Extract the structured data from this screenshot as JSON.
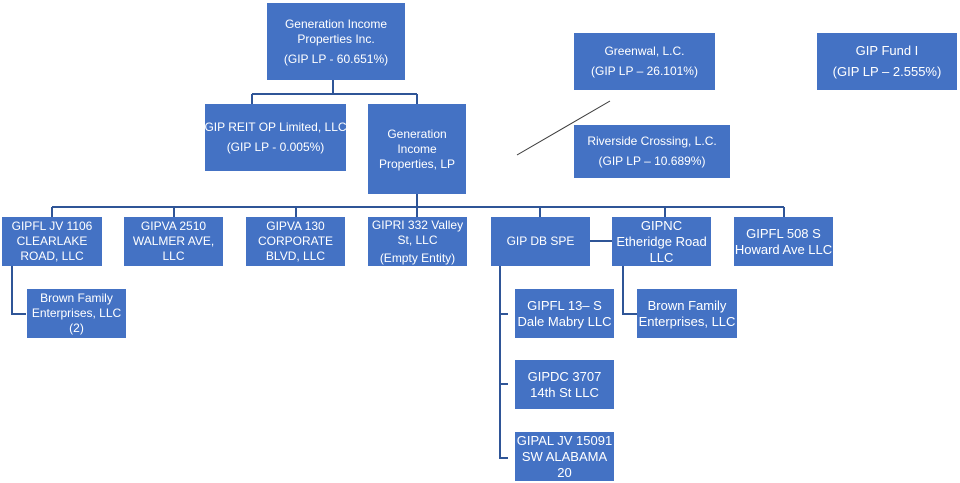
{
  "colors": {
    "box_fill": "#4472c4",
    "box_text": "#ffffff",
    "connector": "#2f5597",
    "stray_line": "#333333"
  },
  "nodes": {
    "gip_inc": {
      "lines": [
        "Generation Income",
        "Properties Inc.",
        "(GIP LP - 60.651%)"
      ]
    },
    "reit_op": {
      "lines": [
        "GIP REIT OP Limited, LLC",
        "(GIP LP - 0.005%)"
      ]
    },
    "gip_lp": {
      "lines": [
        "Generation",
        "Income",
        "Properties, LP"
      ]
    },
    "greenwal": {
      "lines": [
        "Greenwal, L.C.",
        "(GIP LP – 26.101%)"
      ]
    },
    "riverside": {
      "lines": [
        "Riverside Crossing, L.C.",
        "(GIP LP – 10.689%)"
      ]
    },
    "fund_i": {
      "lines": [
        "GIP Fund I",
        "(GIP LP – 2.555%)"
      ]
    },
    "clearlake": {
      "lines": [
        "GIPFL JV 1106",
        "CLEARLAKE",
        "ROAD, LLC"
      ]
    },
    "walmer": {
      "lines": [
        "GIPVA 2510",
        "WALMER AVE,",
        "LLC"
      ]
    },
    "corporate": {
      "lines": [
        "GIPVA 130",
        "CORPORATE",
        "BLVD, LLC"
      ]
    },
    "valley": {
      "lines": [
        "GIPRI 332 Valley",
        "St, LLC",
        "(Empty Entity)"
      ]
    },
    "db_spe": {
      "lines": [
        "GIP DB SPE"
      ]
    },
    "etheridge": {
      "lines": [
        "GIPNC",
        "Etheridge Road",
        "LLC"
      ]
    },
    "howard": {
      "lines": [
        "GIPFL 508 S",
        "Howard Ave LLC"
      ]
    },
    "brown_2": {
      "lines": [
        "Brown Family",
        "Enterprises, LLC",
        "(2)"
      ]
    },
    "dale_mabry": {
      "lines": [
        "GIPFL 13– S",
        "Dale Mabry LLC"
      ]
    },
    "brown_1": {
      "lines": [
        "Brown Family",
        "Enterprises, LLC"
      ]
    },
    "fourteenth": {
      "lines": [
        "GIPDC 3707",
        "14th St LLC"
      ]
    },
    "alabama": {
      "lines": [
        "GIPAL JV 15091",
        "SW ALABAMA",
        "20"
      ]
    }
  }
}
